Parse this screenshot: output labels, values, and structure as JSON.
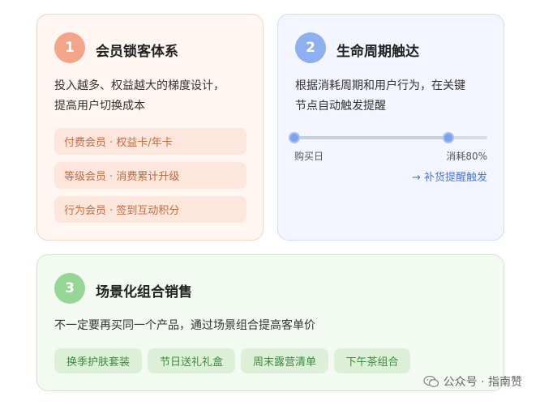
{
  "cards": [
    {
      "number": "1",
      "title": "会员锁客体系",
      "desc_lines": [
        "投入越多、权益越大的梯度设计，",
        "提高用户切换成本"
      ],
      "tags": [
        "付费会员 · 权益卡/年卡",
        "等级会员 · 消费累计升级",
        "行为会员 · 签到互动积分"
      ],
      "accent": "#f3a58a"
    },
    {
      "number": "2",
      "title": "生命周期触达",
      "desc_lines": [
        "根据消耗周期和用户行为，在关键",
        "节点自动触发提醒"
      ],
      "timeline": {
        "start_label": "购买日",
        "end_label": "消耗80%",
        "progress_fraction": 0.8
      },
      "trigger": "→ 补货提醒触发",
      "accent": "#8fb0f0"
    },
    {
      "number": "3",
      "title": "场景化组合销售",
      "desc_lines": [
        "不一定要再买同一个产品，通过场景组合提高客单价"
      ],
      "chips": [
        "换季护肤套装",
        "节日送礼礼盒",
        "周末露营清单",
        "下午茶组合"
      ],
      "accent": "#95d595"
    }
  ],
  "watermark": {
    "text": "公众号 · 指南赞",
    "icon": "wechat-icon"
  }
}
